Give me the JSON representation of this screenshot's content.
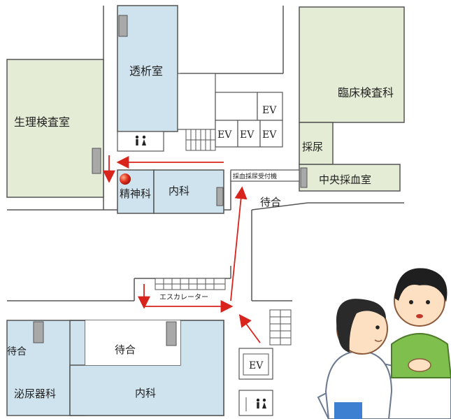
{
  "rooms": {
    "dialysis": "透析室",
    "physiology_lab": "生理検査室",
    "clinical_lab": "臨床検査科",
    "urine_collection": "採尿",
    "blood_collection": "中央採血室",
    "psychiatry": "精神科",
    "internal_medicine_upper": "内科",
    "waiting_upper": "待合",
    "reception_machine": "採血採尿受付機",
    "escalator": "エスカレーター",
    "waiting_left": "待合",
    "waiting_mid": "待合",
    "urology": "泌尿器科",
    "internal_medicine_lower": "内科"
  },
  "elevators": [
    "EV",
    "EV",
    "EV",
    "EV",
    "EV"
  ],
  "colors": {
    "room_blue": "#cfe3ee",
    "room_green": "#e4ecd6",
    "route_red": "#d9231d",
    "marker_red": "#e0301e",
    "wall": "#555555"
  },
  "icons": [
    "restroom-icon",
    "location-marker-icon",
    "route-arrow-icon",
    "doctor-patient-illustration"
  ]
}
